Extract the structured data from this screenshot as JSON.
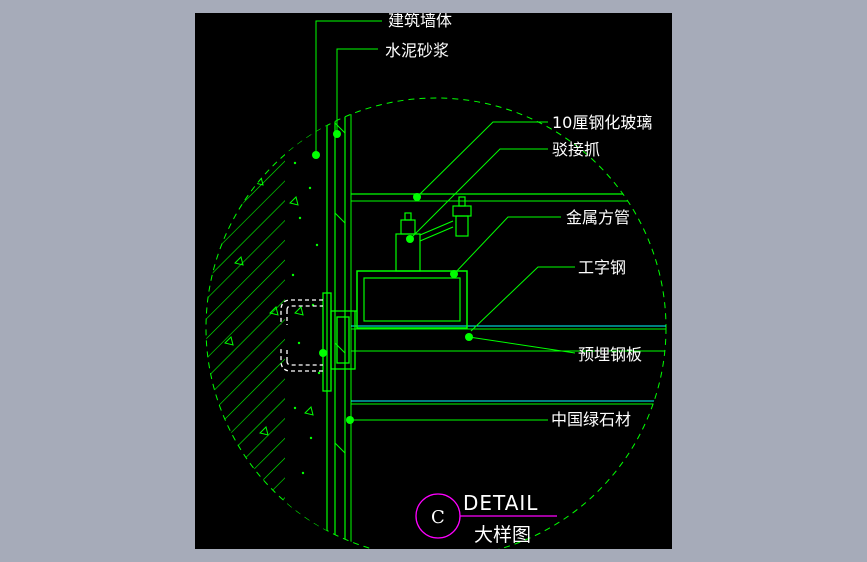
{
  "labels": {
    "wall": "建筑墙体",
    "mortar": "水泥砂浆",
    "glass": "10厘钢化玻璃",
    "spider": "驳接抓",
    "tube": "金属方管",
    "ibeam": "工字钢",
    "plate": "预埋钢板",
    "stone": "中国绿石材"
  },
  "title": {
    "circle_letter": "C",
    "detail": "DETAIL",
    "subtitle": "大样图"
  },
  "colors": {
    "background": "#a6abb9",
    "canvas": "#000000",
    "lines": "#00ff00",
    "leaders": "#00ff00",
    "circle_mark": "#ff00ff",
    "text": "#ffffff",
    "glass_edge": "#00ffff"
  }
}
